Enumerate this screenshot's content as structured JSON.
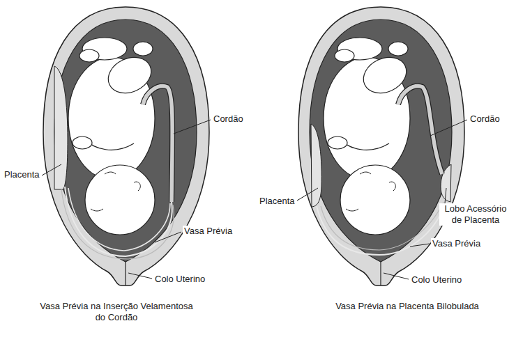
{
  "diagram": {
    "labels": [
      "Cordão",
      "Placenta",
      "Vasa Prévia",
      "Colo Uterino",
      "Vasa Prévia na Inserção Velamentosa do Cordão",
      "Cordão",
      "Placenta",
      "Lobo Acessório de Placenta",
      "Vasa Prévia",
      "Colo Uterino",
      "Vasa Prévia na Placenta Bilobulada"
    ]
  }
}
